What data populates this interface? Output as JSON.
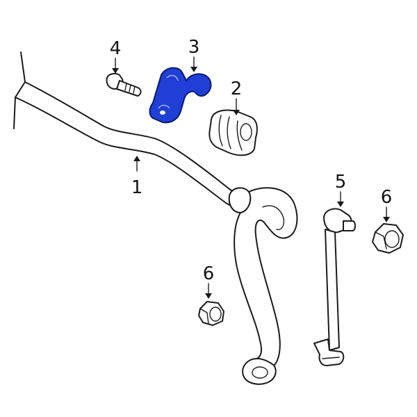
{
  "diagram": {
    "highlight_color": "#1f3fd6",
    "ink_color": "#1a1a1a",
    "background": "#ffffff",
    "callouts": [
      {
        "id": "c1",
        "label": "1",
        "part": "stabilizer-bar"
      },
      {
        "id": "c2",
        "label": "2",
        "part": "bushing"
      },
      {
        "id": "c3",
        "label": "3",
        "part": "bracket"
      },
      {
        "id": "c4",
        "label": "4",
        "part": "bolt"
      },
      {
        "id": "c5",
        "label": "5",
        "part": "stabilizer-link"
      },
      {
        "id": "c6a",
        "label": "6",
        "part": "nut"
      },
      {
        "id": "c6b",
        "label": "6",
        "part": "nut"
      }
    ],
    "highlighted_part": "bracket"
  }
}
